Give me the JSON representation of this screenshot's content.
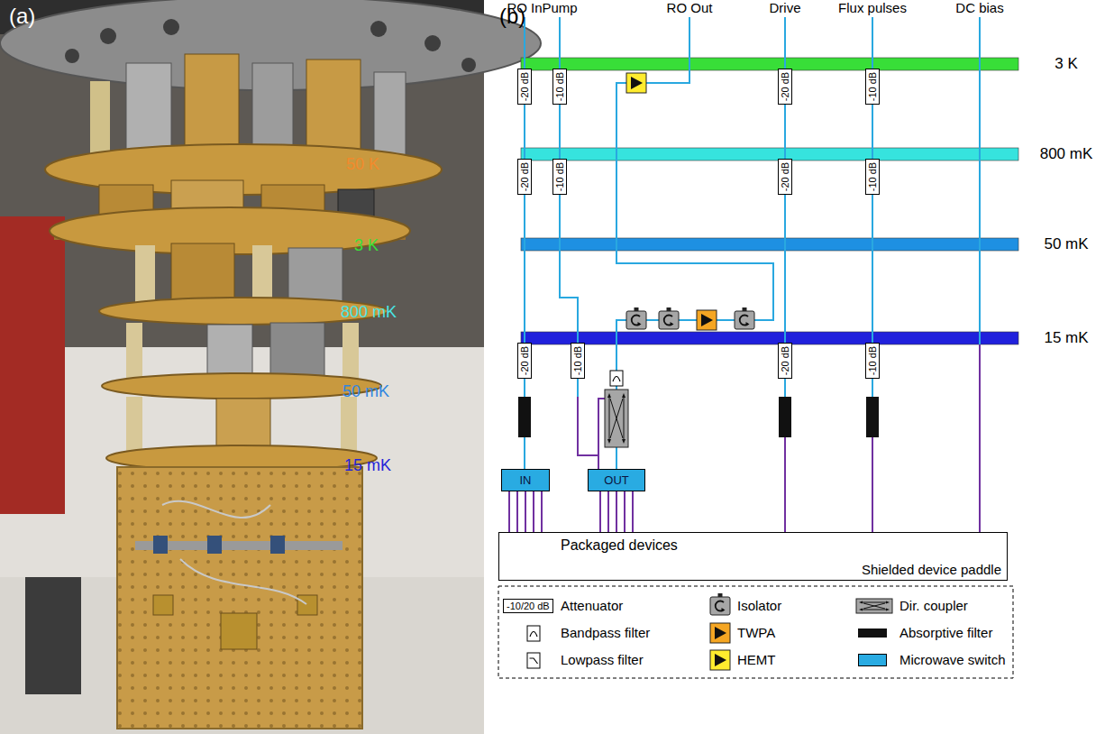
{
  "diagram": {
    "nodes": [
      {
        "text": [
          "3 K"
        ]
      },
      {
        "text": [
          "-20 dB"
        ]
      },
      {
        "text": [
          "-10 dB"
        ]
      },
      {
        "text": [
          "-20 dB"
        ]
      },
      {
        "text": [
          "-10 dB"
        ]
      },
      {
        "text": [
          "800 mK"
        ]
      },
      {
        "text": [
          "-20 dB"
        ]
      },
      {
        "text": [
          "-10 dB"
        ]
      },
      {
        "text": [
          "-20 dB"
        ]
      },
      {
        "text": [
          "-10 dB"
        ]
      },
      {
        "text": [
          "50 mK"
        ]
      },
      {
        "text": [
          "15 mK"
        ]
      },
      {
        "text": [
          "-20 dB"
        ]
      },
      {
        "text": [
          "-10 dB"
        ]
      },
      {
        "text": [
          "-20 dB"
        ]
      },
      {
        "text": [
          "-10 dB"
        ]
      },
      {
        "text": [
          "IN"
        ]
      },
      {
        "text": [
          "OUT"
        ]
      },
      {
        "text": [
          "Packaged devices",
          "Shielded device paddle"
        ]
      }
    ],
    "edges": [
      {
        "from": 1,
        "to": 6,
        "arrow": "none"
      },
      {
        "from": 6,
        "to": 12,
        "arrow": "none"
      },
      {
        "from": 12,
        "to": 16,
        "arrow": "none"
      },
      {
        "from": 2,
        "to": 7,
        "arrow": "none"
      },
      {
        "from": 7,
        "to": 13,
        "arrow": "none"
      },
      {
        "from": 13,
        "to": 17,
        "arrow": "none"
      },
      {
        "from": 3,
        "to": 8,
        "arrow": "none"
      },
      {
        "from": 8,
        "to": 14,
        "arrow": "none"
      },
      {
        "from": 14,
        "to": 18,
        "arrow": "none"
      },
      {
        "from": 4,
        "to": 9,
        "arrow": "none"
      },
      {
        "from": 9,
        "to": 15,
        "arrow": "none"
      },
      {
        "from": 15,
        "to": 18,
        "arrow": "none"
      },
      {
        "from": 16,
        "to": 18,
        "arrow": "none"
      },
      {
        "from": 17,
        "to": 18,
        "arrow": "none"
      }
    ],
    "labels": [
      "(a)",
      "50 K",
      "3 K",
      "800 mK",
      "50 mK",
      "15 mK",
      "(b)",
      "RO In",
      "Pump",
      "RO Out",
      "Drive",
      "Flux pulses",
      "DC bias",
      "-10/20 dB"
    ],
    "legend": [
      {
        "text": "Attenuator"
      },
      {
        "text": "Isolator"
      },
      {
        "text": "Dir. coupler"
      },
      {
        "text": "Bandpass filter"
      },
      {
        "text": "TWPA"
      },
      {
        "text": "Absorptive filter",
        "color": "#111111"
      },
      {
        "text": "Lowpass filter"
      },
      {
        "text": "HEMT"
      },
      {
        "text": "Microwave switch",
        "color": "#29abe2"
      }
    ]
  }
}
